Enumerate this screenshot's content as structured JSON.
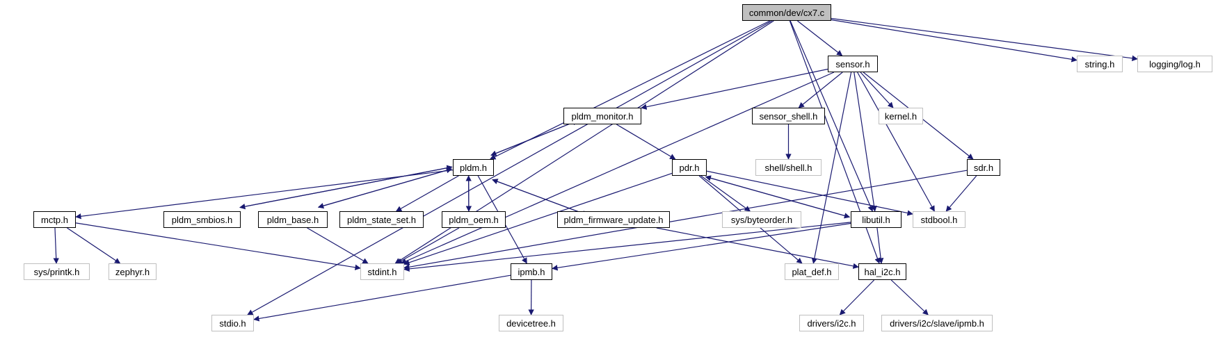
{
  "colors": {
    "edge": "#191970",
    "root_fill": "#bfbfbf",
    "local_border": "#000000",
    "system_border": "#bfbfbf"
  },
  "diagram": {
    "type": "include-dependency-graph",
    "nodes": {
      "cx7": {
        "label": "common/dev/cx7.c",
        "kind": "root"
      },
      "sensor": {
        "label": "sensor.h",
        "kind": "local"
      },
      "string": {
        "label": "string.h",
        "kind": "system"
      },
      "log": {
        "label": "logging/log.h",
        "kind": "system"
      },
      "pldm_monitor": {
        "label": "pldm_monitor.h",
        "kind": "local"
      },
      "sensor_shell": {
        "label": "sensor_shell.h",
        "kind": "local"
      },
      "kernel": {
        "label": "kernel.h",
        "kind": "system"
      },
      "shell": {
        "label": "shell/shell.h",
        "kind": "system"
      },
      "pldm": {
        "label": "pldm.h",
        "kind": "local"
      },
      "pdr": {
        "label": "pdr.h",
        "kind": "local"
      },
      "sdr": {
        "label": "sdr.h",
        "kind": "local"
      },
      "mctp": {
        "label": "mctp.h",
        "kind": "local"
      },
      "pldm_smbios": {
        "label": "pldm_smbios.h",
        "kind": "local"
      },
      "pldm_base": {
        "label": "pldm_base.h",
        "kind": "local"
      },
      "pldm_state_set": {
        "label": "pldm_state_set.h",
        "kind": "local"
      },
      "pldm_oem": {
        "label": "pldm_oem.h",
        "kind": "local"
      },
      "pldm_fw": {
        "label": "pldm_firmware_update.h",
        "kind": "local"
      },
      "byteorder": {
        "label": "sys/byteorder.h",
        "kind": "system"
      },
      "libutil": {
        "label": "libutil.h",
        "kind": "local"
      },
      "stdbool": {
        "label": "stdbool.h",
        "kind": "system"
      },
      "printk": {
        "label": "sys/printk.h",
        "kind": "system"
      },
      "zephyr": {
        "label": "zephyr.h",
        "kind": "system"
      },
      "stdint": {
        "label": "stdint.h",
        "kind": "system"
      },
      "ipmb": {
        "label": "ipmb.h",
        "kind": "local"
      },
      "plat_def": {
        "label": "plat_def.h",
        "kind": "system"
      },
      "hal_i2c": {
        "label": "hal_i2c.h",
        "kind": "local"
      },
      "devicetree": {
        "label": "devicetree.h",
        "kind": "system"
      },
      "stdio": {
        "label": "stdio.h",
        "kind": "system"
      },
      "drivers_i2c": {
        "label": "drivers/i2c.h",
        "kind": "system"
      },
      "drivers_ipmb": {
        "label": "drivers/i2c/slave/ipmb.h",
        "kind": "system"
      }
    },
    "edges": [
      [
        "cx7",
        "sensor"
      ],
      [
        "cx7",
        "string"
      ],
      [
        "cx7",
        "log"
      ],
      [
        "cx7",
        "pldm"
      ],
      [
        "cx7",
        "libutil"
      ],
      [
        "cx7",
        "hal_i2c"
      ],
      [
        "cx7",
        "stdint"
      ],
      [
        "cx7",
        "stdio"
      ],
      [
        "sensor",
        "pldm_monitor"
      ],
      [
        "sensor",
        "sensor_shell"
      ],
      [
        "sensor",
        "kernel"
      ],
      [
        "sensor",
        "stdbool"
      ],
      [
        "sensor",
        "sdr"
      ],
      [
        "sensor",
        "libutil"
      ],
      [
        "sensor",
        "plat_def"
      ],
      [
        "sensor",
        "stdint"
      ],
      [
        "sensor_shell",
        "shell"
      ],
      [
        "pldm_monitor",
        "pldm"
      ],
      [
        "pldm_monitor",
        "pdr"
      ],
      [
        "pldm",
        "pldm_monitor"
      ],
      [
        "pldm",
        "mctp"
      ],
      [
        "pldm",
        "pldm_smbios"
      ],
      [
        "pldm",
        "pldm_base"
      ],
      [
        "pldm",
        "pldm_state_set"
      ],
      [
        "pldm",
        "pldm_oem"
      ],
      [
        "pldm",
        "pldm_fw"
      ],
      [
        "pldm",
        "ipmb"
      ],
      [
        "pldm_smbios",
        "pldm"
      ],
      [
        "pldm_base",
        "pldm"
      ],
      [
        "pldm_oem",
        "pldm"
      ],
      [
        "pldm_fw",
        "pldm"
      ],
      [
        "pldm_base",
        "stdint"
      ],
      [
        "pldm_oem",
        "stdint"
      ],
      [
        "pldm_fw",
        "hal_i2c"
      ],
      [
        "pdr",
        "byteorder"
      ],
      [
        "pdr",
        "libutil"
      ],
      [
        "pdr",
        "stdbool"
      ],
      [
        "pdr",
        "plat_def"
      ],
      [
        "pdr",
        "stdint"
      ],
      [
        "libutil",
        "pdr"
      ],
      [
        "libutil",
        "hal_i2c"
      ],
      [
        "libutil",
        "ipmb"
      ],
      [
        "libutil",
        "stdint"
      ],
      [
        "sdr",
        "stdbool"
      ],
      [
        "sdr",
        "stdint"
      ],
      [
        "mctp",
        "printk"
      ],
      [
        "mctp",
        "zephyr"
      ],
      [
        "mctp",
        "stdint"
      ],
      [
        "ipmb",
        "devicetree"
      ],
      [
        "ipmb",
        "stdio"
      ],
      [
        "hal_i2c",
        "drivers_i2c"
      ],
      [
        "hal_i2c",
        "drivers_ipmb"
      ]
    ]
  }
}
